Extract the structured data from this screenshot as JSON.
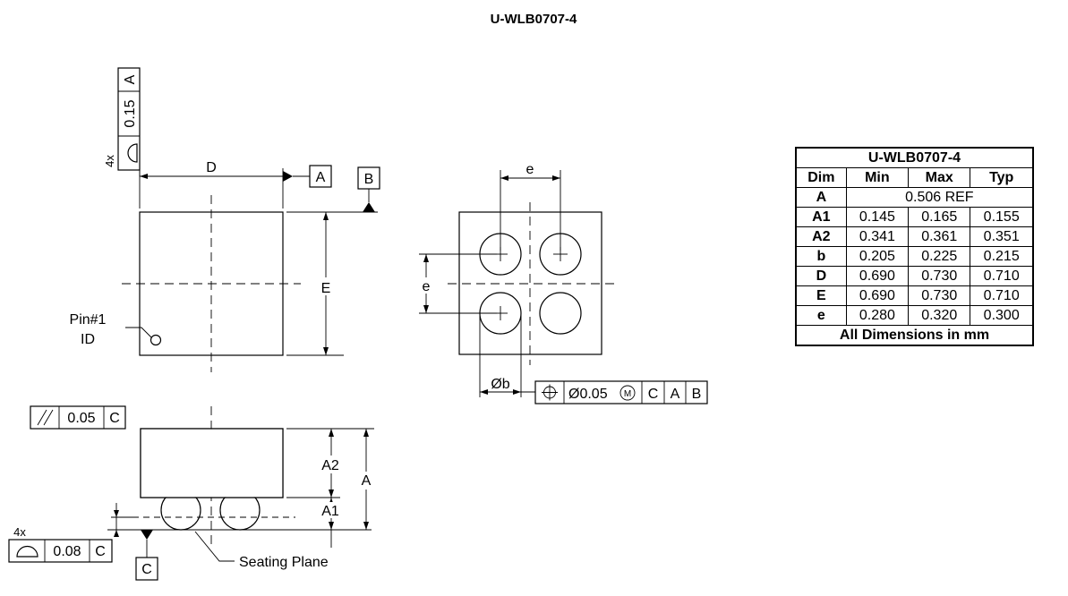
{
  "title": "U-WLB0707-4",
  "top_view": {
    "dim_d": "D",
    "dim_e": "E",
    "datum_a": "A",
    "datum_b": "B",
    "pin1_line1": "Pin#1",
    "pin1_line2": "ID",
    "fcf_count": "4x",
    "fcf_tolerance": "0.15",
    "fcf_datum": "A"
  },
  "bottom_view": {
    "dim_pitch_x": "e",
    "dim_pitch_y": "e",
    "dim_ball": "Øb",
    "fcf_tolerance": "Ø0.05",
    "fcf_modifier": "M",
    "fcf_datum_1": "C",
    "fcf_datum_2": "A",
    "fcf_datum_3": "B"
  },
  "side_view": {
    "parallel_tolerance": "0.05",
    "parallel_datum": "C",
    "dim_a2": "A2",
    "dim_a1": "A1",
    "dim_a": "A",
    "flat_count": "4x",
    "flat_tolerance": "0.08",
    "flat_datum": "C",
    "datum_c": "C",
    "seating_plane": "Seating Plane"
  },
  "table": {
    "title": "U-WLB0707-4",
    "headers": [
      "Dim",
      "Min",
      "Max",
      "Typ"
    ],
    "rows": [
      {
        "dim": "A",
        "ref": "0.506 REF"
      },
      {
        "dim": "A1",
        "min": "0.145",
        "max": "0.165",
        "typ": "0.155"
      },
      {
        "dim": "A2",
        "min": "0.341",
        "max": "0.361",
        "typ": "0.351"
      },
      {
        "dim": "b",
        "min": "0.205",
        "max": "0.225",
        "typ": "0.215"
      },
      {
        "dim": "D",
        "min": "0.690",
        "max": "0.730",
        "typ": "0.710"
      },
      {
        "dim": "E",
        "min": "0.690",
        "max": "0.730",
        "typ": "0.710"
      },
      {
        "dim": "e",
        "min": "0.280",
        "max": "0.320",
        "typ": "0.300"
      }
    ],
    "footer": "All Dimensions in mm"
  }
}
